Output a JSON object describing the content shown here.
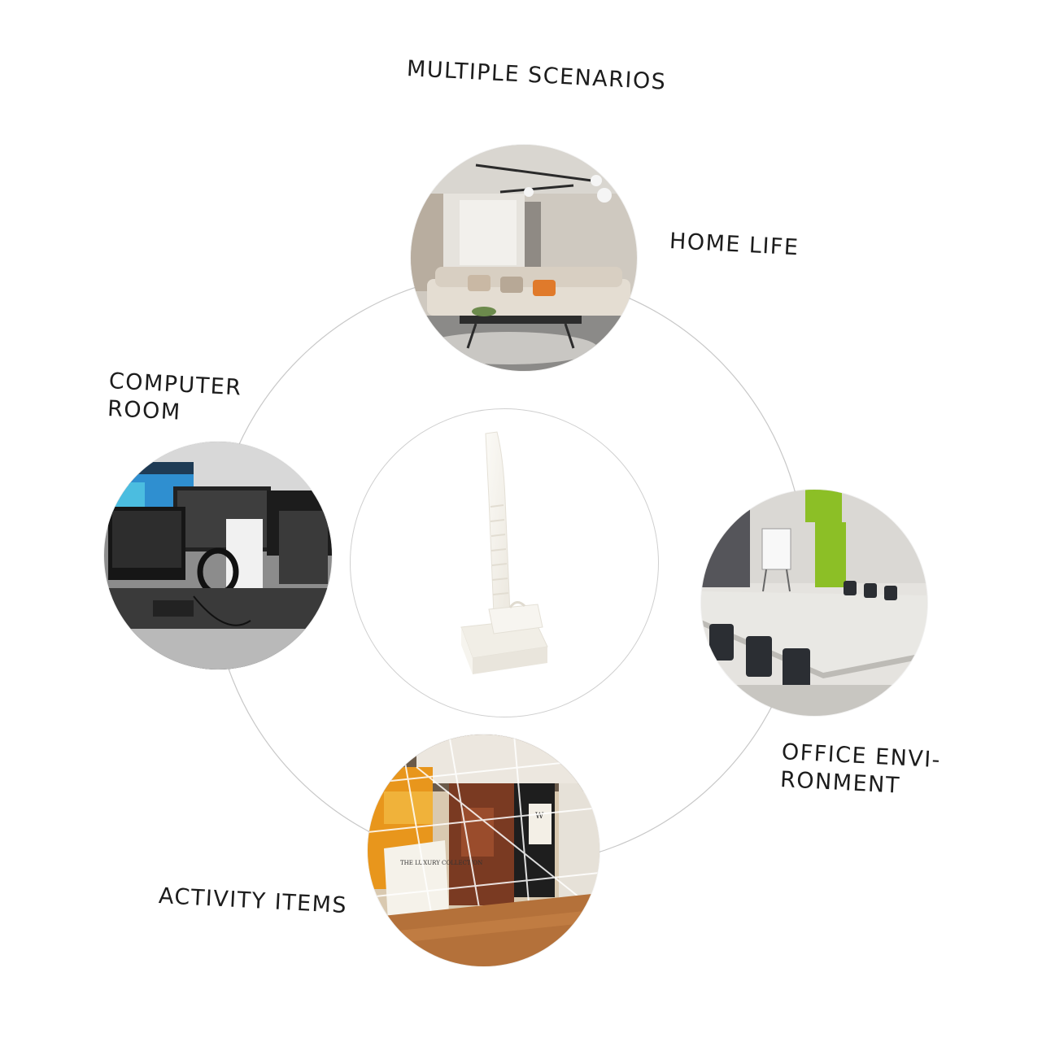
{
  "heading": "MULTIPLE SCENARIOS",
  "scenarios": {
    "home": {
      "label": "HOME LIFE"
    },
    "computer": {
      "line1": "COMPUTER",
      "line2": "ROOM"
    },
    "office": {
      "line1": "OFFICE ENVI-",
      "line2": "RONMENT"
    },
    "activity": {
      "label": "ACTIVITY ITEMS"
    }
  },
  "activity_poster": {
    "title": "THE LUXURY COLLECTION",
    "badge": "W"
  },
  "colors": {
    "ring": "#c8c8c8",
    "product": "#f4f1ea",
    "office_accent": "#8cbf26",
    "activity_orange": "#e8961c",
    "activity_brown": "#7a3a22"
  },
  "icons": {
    "product": "white-cable-clip-stand-icon"
  }
}
